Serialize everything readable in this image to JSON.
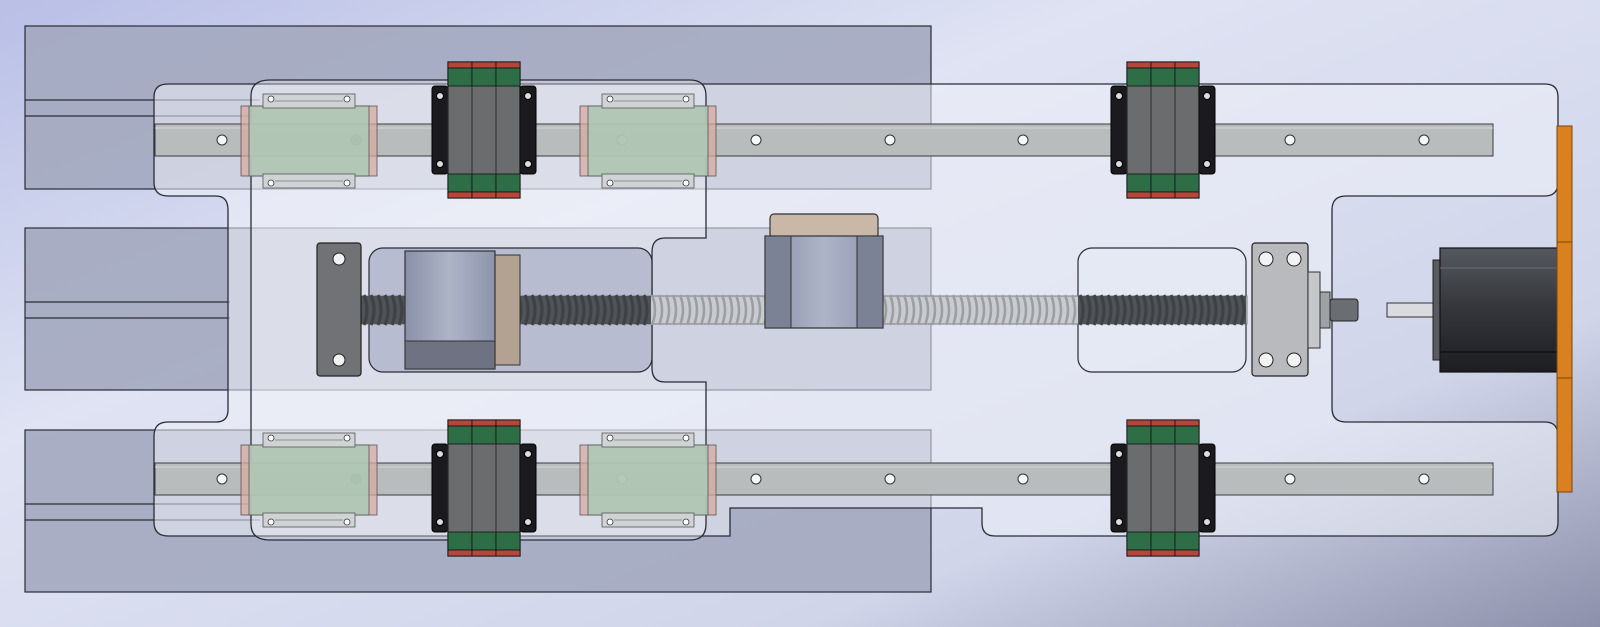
{
  "scene": {
    "description_free": true,
    "colors": {
      "bg_top": "#e4e8f6",
      "bg_mid": "#d6dcef",
      "bg_bottom": "#8f93ab",
      "plate_dark": "#a4aac0",
      "plate_light": "#e8ecf6",
      "rail": "#b9bcbc",
      "block_green": "#2d6e47",
      "block_red": "#b5473a",
      "block_gray": "#6a6c6e",
      "flange_black": "#1b1b1f",
      "carriage_green": "#a9cbb7",
      "carriage_pink": "#d9a9a2",
      "screw_dark": "#505357",
      "screw_light": "#c9cbcf",
      "nut_body": "#9aa1b6",
      "nut_top": "#c8b5a6",
      "motor_body": "#3b3d42",
      "motor_plate": "#d98120"
    },
    "parts": [
      {
        "name": "base-plate-left"
      },
      {
        "name": "carriage-plate-outline"
      },
      {
        "name": "top-linear-rail"
      },
      {
        "name": "bottom-linear-rail"
      },
      {
        "name": "fixed-rail-block"
      },
      {
        "name": "sliding-carriage"
      },
      {
        "name": "ball-screw"
      },
      {
        "name": "ball-nut"
      },
      {
        "name": "screw-support-bearing"
      },
      {
        "name": "stepper-motor"
      },
      {
        "name": "motor-mount-plate"
      }
    ]
  }
}
